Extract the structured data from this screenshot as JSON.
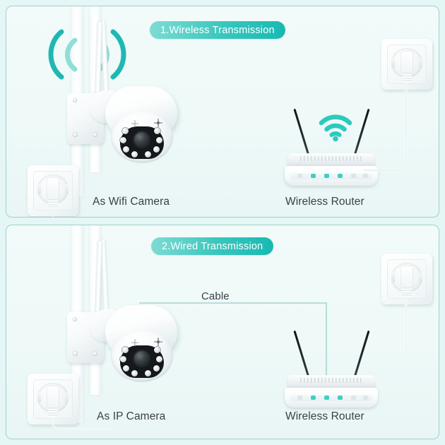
{
  "page": {
    "background_color": "#e4f6f5",
    "panel_border_color": "#9ed2cd",
    "accent_color": "#17b9b2",
    "accent_light_color": "#7fdcd4",
    "caption_color": "#3c4044"
  },
  "panels": [
    {
      "id": "wireless",
      "badge_label": "1.Wireless Transmission",
      "devices": {
        "camera": {
          "caption": "As Wifi Camera",
          "icon": "wifi-ptz-camera-icon",
          "antenna_count": 2,
          "ir_led_count": 8,
          "wifi_arcs": {
            "visible": true,
            "arcs_per_side": 2,
            "outer_color": "#1fb8b0",
            "inner_color": "#8fded7"
          }
        },
        "router": {
          "caption": "Wireless Router",
          "icon": "wireless-router-icon",
          "antenna_count": 2,
          "led_count": 6,
          "led_color": "#3ecfc4",
          "wifi_signal_icon": {
            "visible": true,
            "color": "#2ec9be",
            "arcs": 3
          }
        },
        "socket_camera": {
          "icon": "power-socket-icon",
          "label": ""
        },
        "socket_router": {
          "icon": "power-socket-icon",
          "label": ""
        }
      },
      "connections": [
        {
          "name": "router-power-cable",
          "type": "power",
          "color": "#f4f9fa"
        },
        {
          "name": "camera-power-cable",
          "type": "power",
          "color": "#f4f9fa"
        }
      ]
    },
    {
      "id": "wired",
      "badge_label": "2.Wired Transmission",
      "cable_label": "Cable",
      "devices": {
        "camera": {
          "caption": "As IP Camera",
          "icon": "ip-ptz-camera-icon",
          "antenna_count": 2,
          "ir_led_count": 8,
          "wifi_arcs": {
            "visible": false
          }
        },
        "router": {
          "caption": "Wireless Router",
          "icon": "wireless-router-icon",
          "antenna_count": 2,
          "led_count": 6,
          "led_color": "#3ecfc4",
          "wifi_signal_icon": {
            "visible": false
          }
        },
        "socket_camera": {
          "icon": "power-socket-icon",
          "label": ""
        },
        "socket_router": {
          "icon": "power-socket-icon",
          "label": ""
        }
      },
      "connections": [
        {
          "name": "ethernet-cable",
          "type": "ethernet",
          "color": "#9ed2cd"
        },
        {
          "name": "router-power-cable",
          "type": "power",
          "color": "#f4f9fa"
        },
        {
          "name": "camera-power-cable",
          "type": "power",
          "color": "#f4f9fa"
        }
      ]
    }
  ]
}
